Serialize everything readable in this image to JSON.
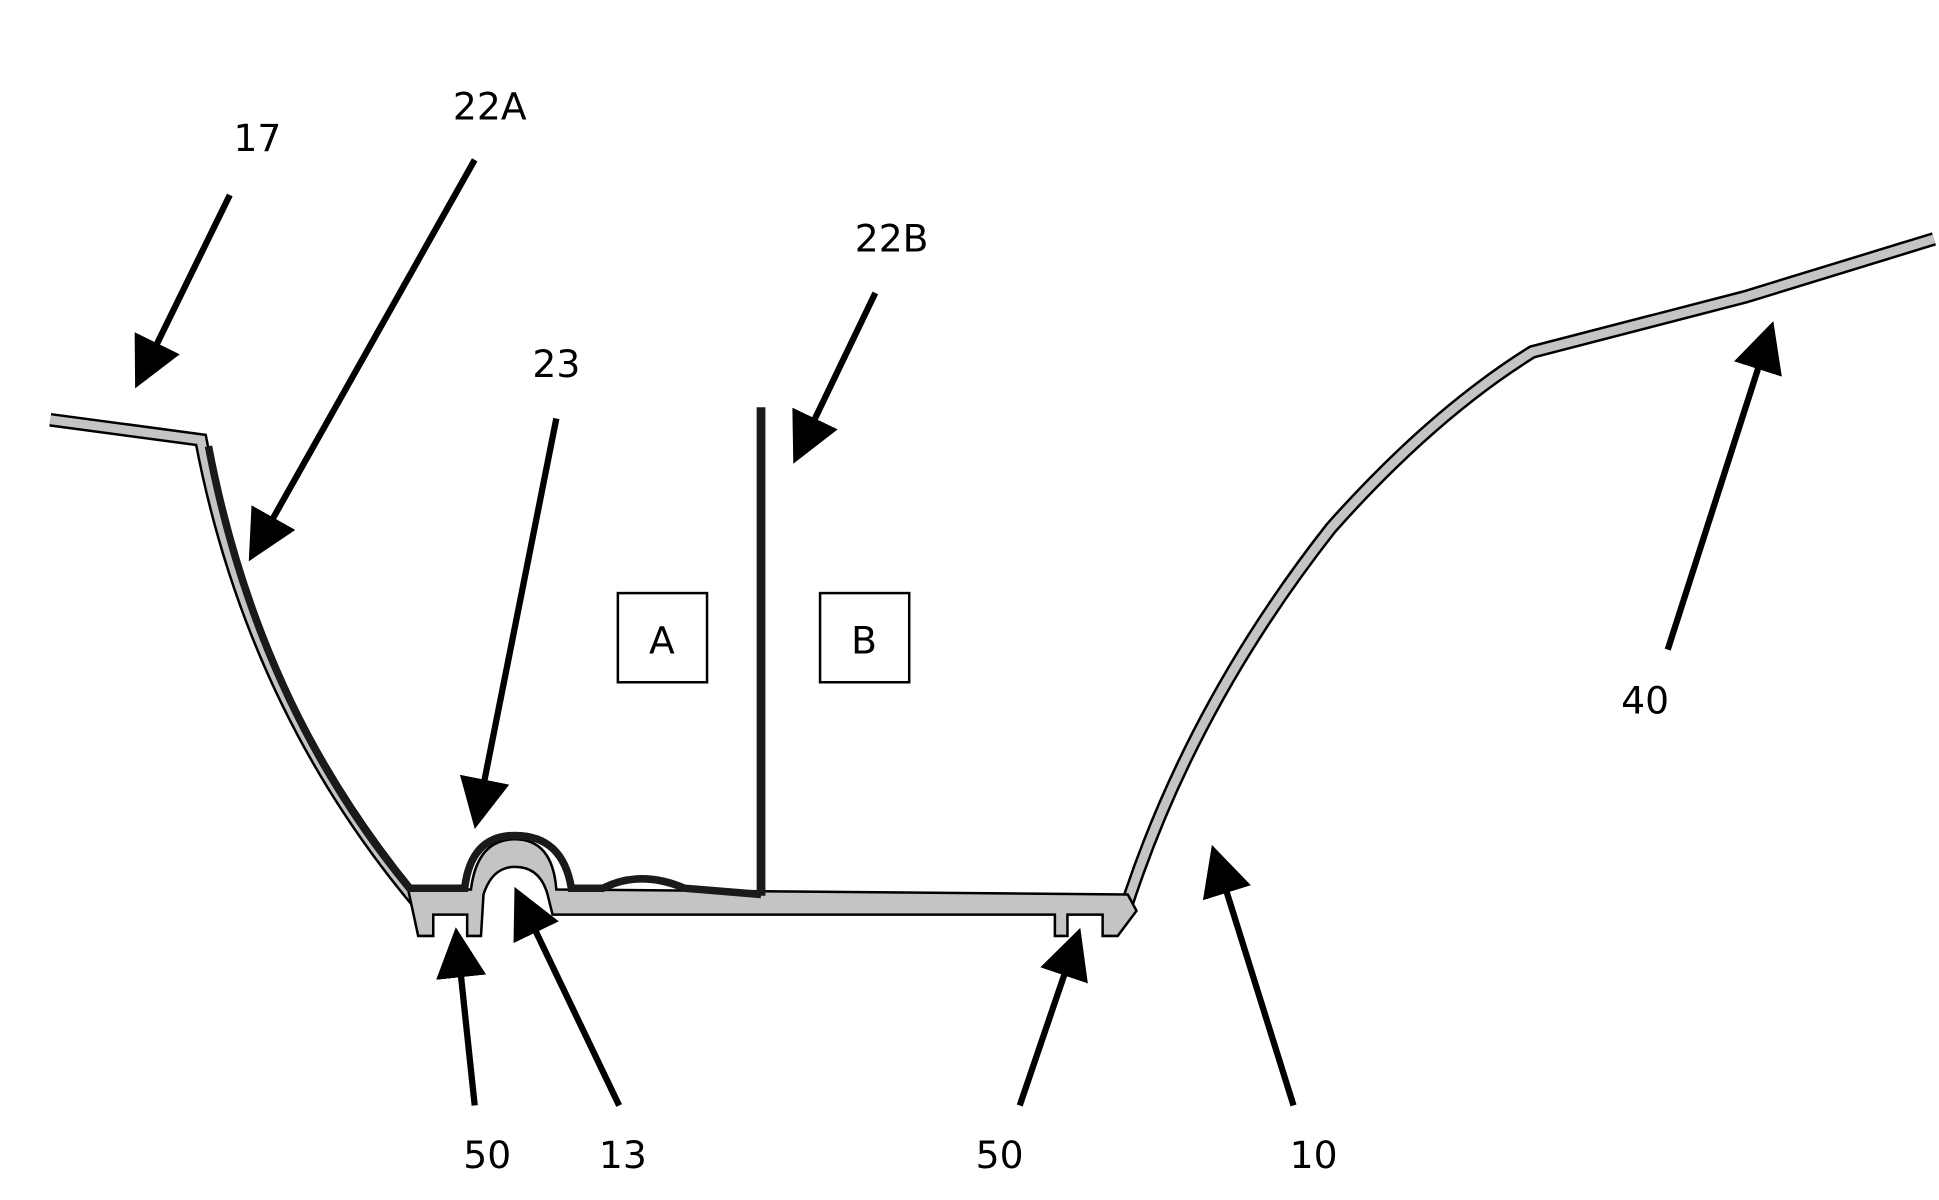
{
  "figure": {
    "labels": {
      "l17": "17",
      "l22a": "22A",
      "l22b": "22B",
      "l23": "23",
      "l40": "40",
      "l50a": "50",
      "l13": "13",
      "l50b": "50",
      "l10": "10"
    },
    "regions": {
      "a": "A",
      "b": "B"
    },
    "colors": {
      "tray": "#c4c4c4",
      "outline": "#000000",
      "lining": "#1a1a1a"
    }
  }
}
